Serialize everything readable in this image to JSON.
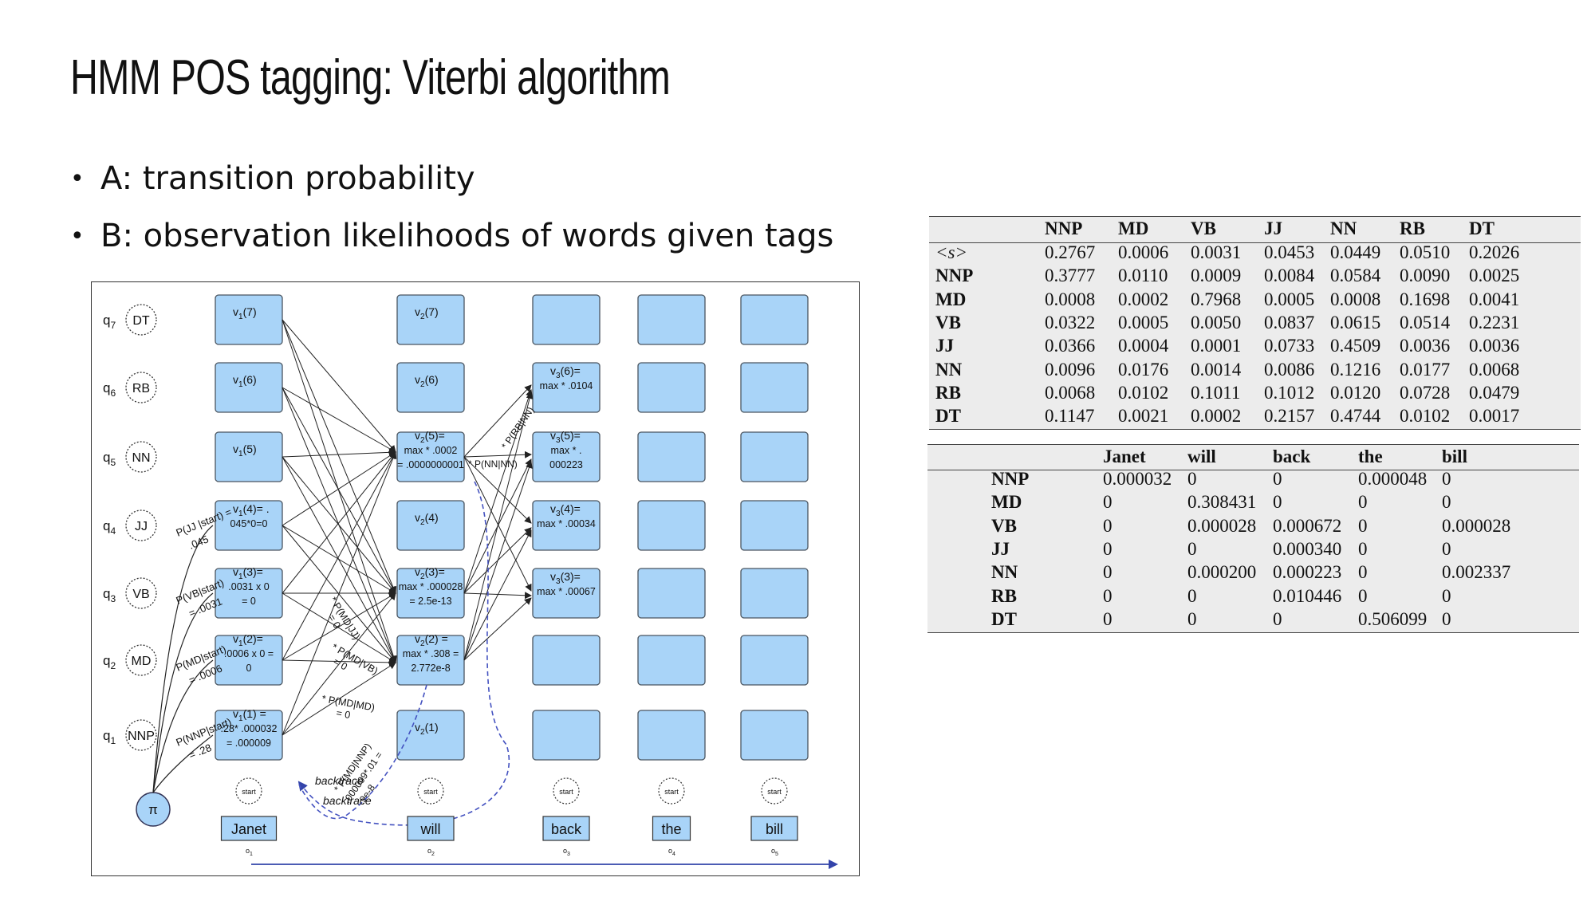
{
  "slide": {
    "title": "HMM POS tagging: Viterbi algorithm",
    "bullets": [
      "A: transition probability",
      "B: observation likelihoods of words given tags"
    ]
  },
  "diagram": {
    "states": [
      {
        "q": "q",
        "sub": "7",
        "tag": "DT"
      },
      {
        "q": "q",
        "sub": "6",
        "tag": "RB"
      },
      {
        "q": "q",
        "sub": "5",
        "tag": "NN"
      },
      {
        "q": "q",
        "sub": "4",
        "tag": "JJ"
      },
      {
        "q": "q",
        "sub": "3",
        "tag": "VB"
      },
      {
        "q": "q",
        "sub": "2",
        "tag": "MD"
      },
      {
        "q": "q",
        "sub": "1",
        "tag": "NNP"
      }
    ],
    "pi_label": "π",
    "columns": [
      {
        "cells": [
          [
            "v",
            "1",
            "(7)"
          ],
          [
            "v",
            "1",
            "(6)"
          ],
          [
            "v",
            "1",
            "(5)"
          ],
          [
            "v",
            "1",
            "(4)= .",
            "045*0=0"
          ],
          [
            "v",
            "1",
            "(3)=",
            ".0031 x 0",
            "= 0"
          ],
          [
            "v",
            "1",
            "(2)=",
            ".0006 x 0 =",
            "0"
          ],
          [
            "v",
            "1",
            "(1) =",
            ".28* .000032",
            "= .000009"
          ]
        ]
      },
      {
        "cells": [
          [
            "v",
            "2",
            "(7)"
          ],
          [
            "v",
            "2",
            "(6)"
          ],
          [
            "v",
            "2",
            "(5)=",
            "max * .0002",
            "= .0000000001"
          ],
          [
            "v",
            "2",
            "(4)"
          ],
          [
            "v",
            "2",
            "(3)=",
            "max * .000028",
            "=   2.5e-13"
          ],
          [
            "v",
            "2",
            "(2) =",
            "max * .308 =",
            "2.772e-8"
          ],
          [
            "v",
            "2",
            "(1)"
          ]
        ]
      },
      {
        "cells": [
          [
            "v",
            "3",
            "(6)=",
            "max * .0104"
          ],
          [
            "v",
            "3",
            "(5)=",
            "max * .",
            "000223"
          ],
          [
            "v",
            "3",
            "(4)=",
            "max * .00034"
          ],
          [
            "v",
            "3",
            "(3)=",
            "max * .00067"
          ]
        ]
      }
    ],
    "start_label": "start",
    "words": [
      {
        "word": "Janet",
        "o": "o",
        "sub": "1"
      },
      {
        "word": "will",
        "o": "o",
        "sub": "2"
      },
      {
        "word": "back",
        "o": "o",
        "sub": "3"
      },
      {
        "word": "the",
        "o": "o",
        "sub": "4"
      },
      {
        "word": "bill",
        "o": "o",
        "sub": "5"
      }
    ],
    "init_labels": [
      [
        "P(JJ |start) =",
        ".045"
      ],
      [
        "P(VB|start)",
        "= .0031"
      ],
      [
        "P(MD|start)",
        "= .0006"
      ],
      [
        "P(NNP|start)",
        "= .28"
      ]
    ],
    "trans_labels": [
      [
        "* P(MD|JJ)",
        "= 0"
      ],
      [
        "* P(MD|VB)",
        "= 0"
      ],
      [
        "* P(MD|MD)",
        "= 0"
      ],
      [
        "* P(MD|NNP)",
        ".000009*.01 =",
        ".9e-8"
      ],
      [
        "* P(RB|NN)"
      ],
      [
        "* P(NN|NN)"
      ]
    ],
    "backtrace": [
      "backtrace",
      "backtrace"
    ]
  },
  "transition_table": {
    "columns": [
      "NNP",
      "MD",
      "VB",
      "JJ",
      "NN",
      "RB",
      "DT"
    ],
    "rows": [
      {
        "label": "<s>",
        "values": [
          "0.2767",
          "0.0006",
          "0.0031",
          "0.0453",
          "0.0449",
          "0.0510",
          "0.2026"
        ]
      },
      {
        "label": "NNP",
        "values": [
          "0.3777",
          "0.0110",
          "0.0009",
          "0.0084",
          "0.0584",
          "0.0090",
          "0.0025"
        ]
      },
      {
        "label": "MD",
        "values": [
          "0.0008",
          "0.0002",
          "0.7968",
          "0.0005",
          "0.0008",
          "0.1698",
          "0.0041"
        ]
      },
      {
        "label": "VB",
        "values": [
          "0.0322",
          "0.0005",
          "0.0050",
          "0.0837",
          "0.0615",
          "0.0514",
          "0.2231"
        ]
      },
      {
        "label": "JJ",
        "values": [
          "0.0366",
          "0.0004",
          "0.0001",
          "0.0733",
          "0.4509",
          "0.0036",
          "0.0036"
        ]
      },
      {
        "label": "NN",
        "values": [
          "0.0096",
          "0.0176",
          "0.0014",
          "0.0086",
          "0.1216",
          "0.0177",
          "0.0068"
        ]
      },
      {
        "label": "RB",
        "values": [
          "0.0068",
          "0.0102",
          "0.1011",
          "0.1012",
          "0.0120",
          "0.0728",
          "0.0479"
        ]
      },
      {
        "label": "DT",
        "values": [
          "0.1147",
          "0.0021",
          "0.0002",
          "0.2157",
          "0.4744",
          "0.0102",
          "0.0017"
        ]
      }
    ]
  },
  "emission_table": {
    "columns": [
      "Janet",
      "will",
      "back",
      "the",
      "bill"
    ],
    "rows": [
      {
        "label": "NNP",
        "values": [
          "0.000032",
          "0",
          "0",
          "0.000048",
          "0"
        ]
      },
      {
        "label": "MD",
        "values": [
          "0",
          "0.308431",
          "0",
          "0",
          "0"
        ]
      },
      {
        "label": "VB",
        "values": [
          "0",
          "0.000028",
          "0.000672",
          "0",
          "0.000028"
        ]
      },
      {
        "label": "JJ",
        "values": [
          "0",
          "0",
          "0.000340",
          "0",
          "0"
        ]
      },
      {
        "label": "NN",
        "values": [
          "0",
          "0.000200",
          "0.000223",
          "0",
          "0.002337"
        ]
      },
      {
        "label": "RB",
        "values": [
          "0",
          "0",
          "0.010446",
          "0",
          "0"
        ]
      },
      {
        "label": "DT",
        "values": [
          "0",
          "0",
          "0",
          "0.506099",
          "0"
        ]
      }
    ]
  }
}
